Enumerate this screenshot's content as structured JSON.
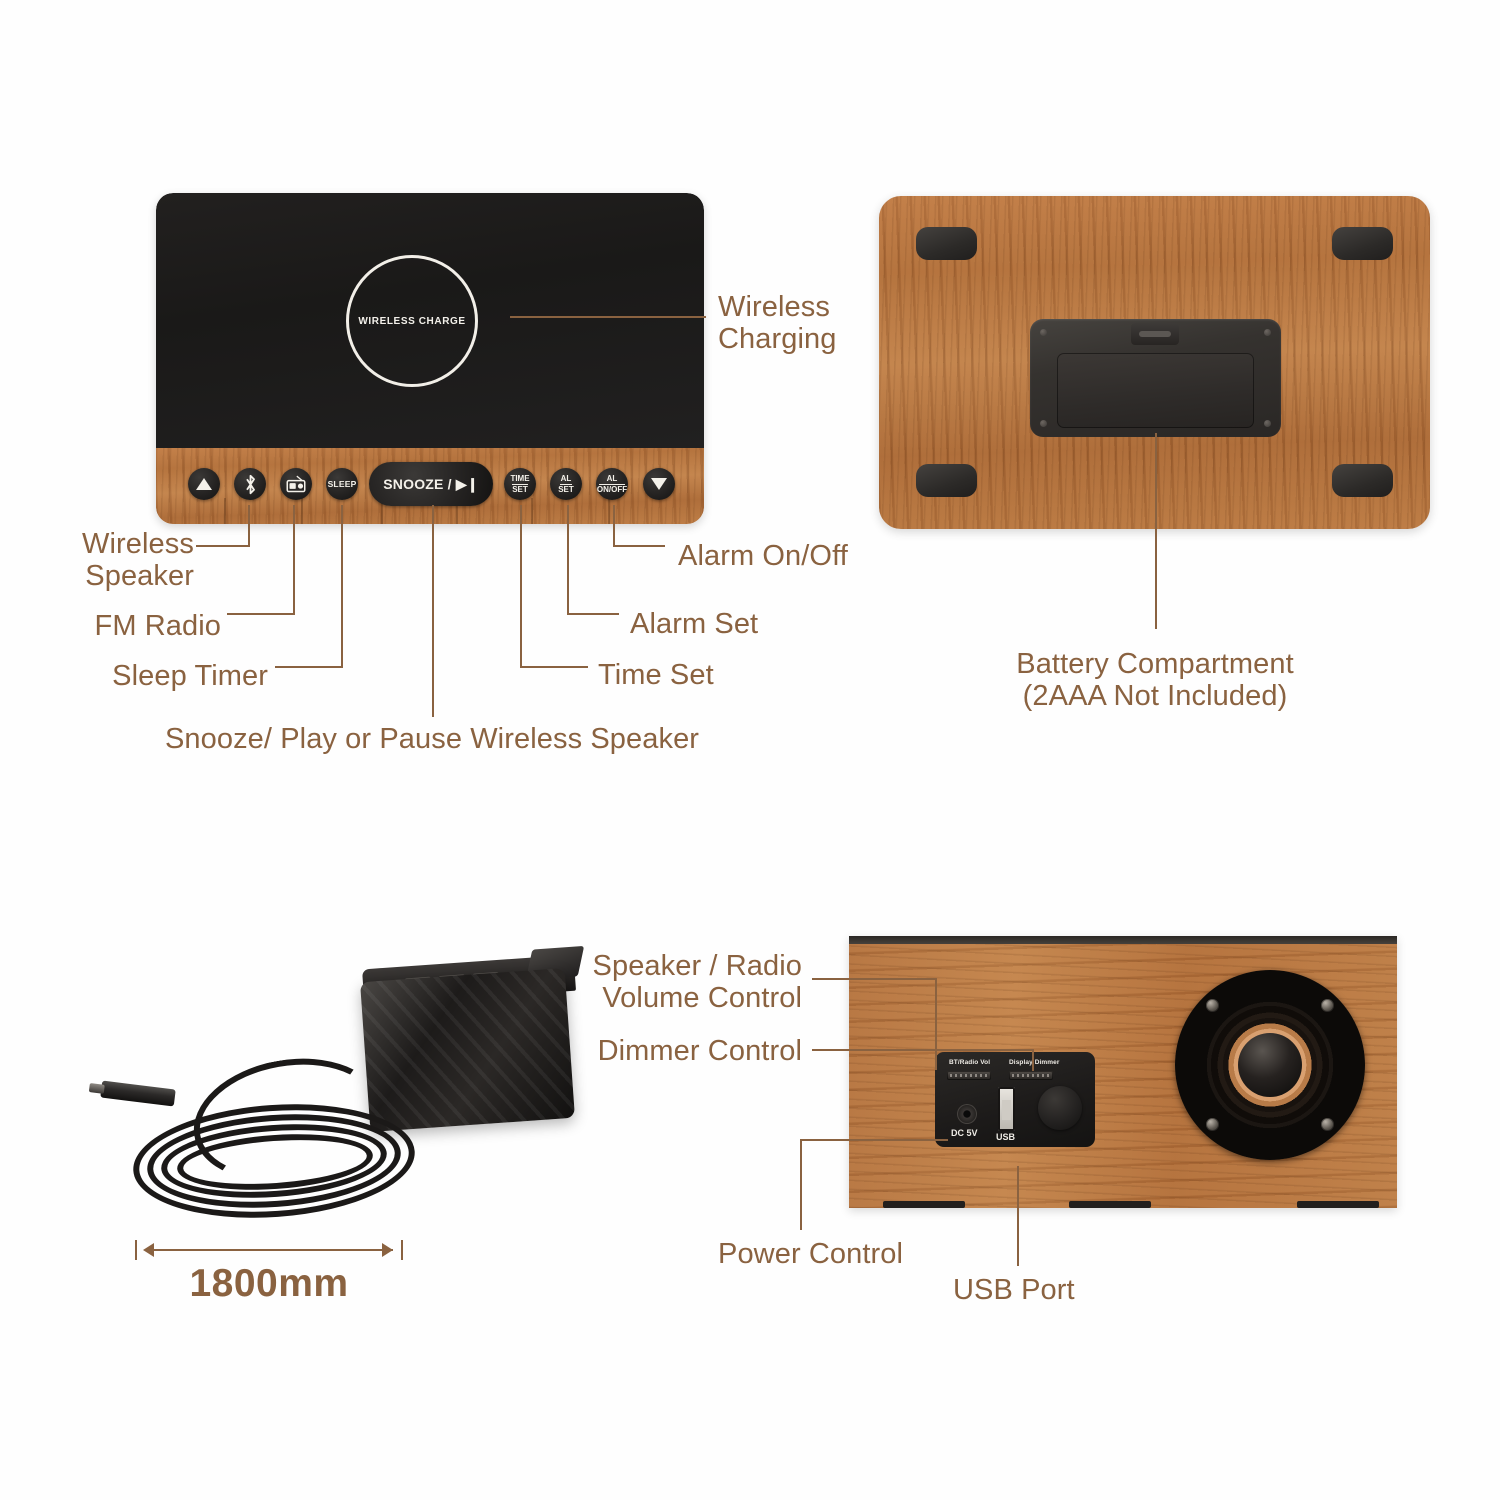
{
  "colors": {
    "accent": "#8a6240",
    "wood": "#b5703a",
    "panel_black": "#1d1b1a",
    "cone": "#c98b55"
  },
  "top_panel": {
    "charge_pad_label": "WIRELESS CHARGE",
    "buttons": [
      {
        "name": "up-arrow",
        "label": "",
        "icon": "triangle-up-icon"
      },
      {
        "name": "bluetooth",
        "label": "",
        "icon": "bluetooth-icon"
      },
      {
        "name": "fm-radio",
        "label": "",
        "icon": "radio-icon"
      },
      {
        "name": "sleep",
        "label": "SLEEP",
        "icon": "text-icon"
      },
      {
        "name": "snooze",
        "label": "SNOOZE / ▶❙",
        "icon": "text-icon"
      },
      {
        "name": "time-set",
        "label_top": "TIME",
        "label_bottom": "SET"
      },
      {
        "name": "alarm-set",
        "label_top": "AL",
        "label_bottom": "SET"
      },
      {
        "name": "alarm-onoff",
        "label_top": "AL",
        "label_bottom": "ON/OFF"
      },
      {
        "name": "down-arrow",
        "label": "",
        "icon": "triangle-down-icon"
      }
    ]
  },
  "callouts": {
    "wireless_charging": "Wireless\nCharging",
    "wireless_speaker": "Wireless\nSpeaker",
    "fm_radio": "FM Radio",
    "sleep_timer": "Sleep Timer",
    "snooze_play_pause": "Snooze/ Play or Pause Wireless Speaker",
    "time_set": "Time Set",
    "alarm_set": "Alarm Set",
    "alarm_on_off": "Alarm On/Off",
    "battery_compartment": "Battery Compartment\n(2AAA Not Included)",
    "speaker_radio_volume": "Speaker / Radio\nVolume Control",
    "dimmer_control": "Dimmer Control",
    "power_control": "Power Control",
    "usb_port": "USB Port"
  },
  "rear_panel": {
    "slider_volume_label": "BT/Radio Vol",
    "slider_dimmer_label": "Display Dimmer",
    "dc_label": "DC 5V",
    "usb_label": "USB"
  },
  "adapter": {
    "cable_length": "1800mm"
  }
}
